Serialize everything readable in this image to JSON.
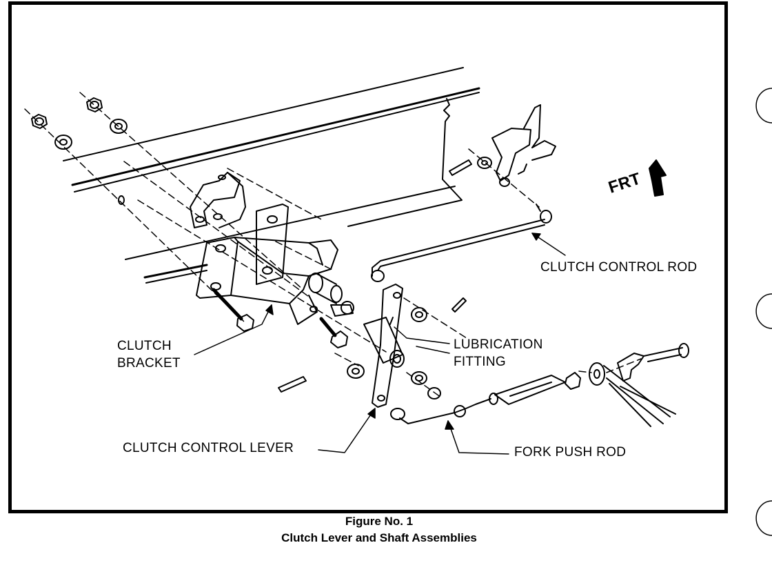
{
  "diagram": {
    "direction_label": "FRT",
    "labels": {
      "clutch_control_rod": "CLUTCH CONTROL ROD",
      "clutch_bracket_line1": "CLUTCH",
      "clutch_bracket_line2": "BRACKET",
      "lubrication_fitting_line1": "LUBRICATION",
      "lubrication_fitting_line2": "FITTING",
      "clutch_control_lever": "CLUTCH CONTROL LEVER",
      "fork_push_rod": "FORK PUSH ROD"
    }
  },
  "caption": {
    "figure": "Figure No. 1",
    "title": "Clutch Lever and Shaft Assemblies"
  }
}
